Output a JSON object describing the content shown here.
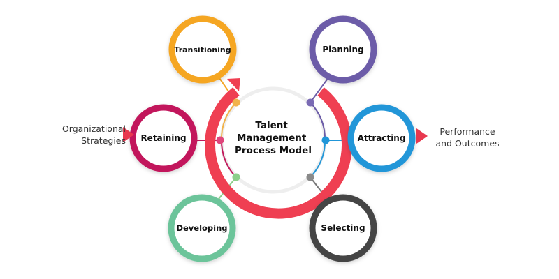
{
  "center": {
    "lines": [
      "Talent",
      "Management",
      "Process Model"
    ]
  },
  "nodes": [
    {
      "key": "transitioning",
      "label": "Transitioning",
      "color": "#f5a623",
      "dot": "#f2b24a"
    },
    {
      "key": "planning",
      "label": "Planning",
      "color": "#6c5ca8",
      "dot": "#7a6ab4"
    },
    {
      "key": "retaining",
      "label": "Retaining",
      "color": "#c2185b",
      "dot": "#e0457b"
    },
    {
      "key": "attracting",
      "label": "Attracting",
      "color": "#2196d8",
      "dot": "#2196d8"
    },
    {
      "key": "developing",
      "label": "Developing",
      "color": "#6cc49a",
      "dot": "#8ccf8a"
    },
    {
      "key": "selecting",
      "label": "Selecting",
      "color": "#444444",
      "dot": "#8a8a8a"
    }
  ],
  "inputs": {
    "left_lines": [
      "Organizational",
      "Strategies"
    ],
    "right_lines": [
      "Performance",
      "and Outcomes"
    ]
  },
  "colors": {
    "ring_red": "#ef3f52",
    "arrow_red": "#e8384f",
    "inner_ring": "#eeeeee"
  }
}
